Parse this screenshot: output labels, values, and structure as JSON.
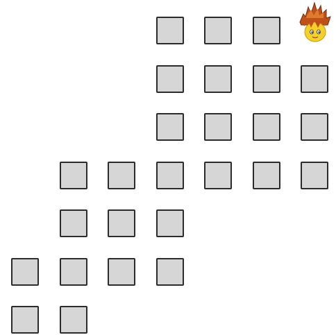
{
  "board": {
    "tiles": [
      {
        "row": 0,
        "col": 3
      },
      {
        "row": 0,
        "col": 4
      },
      {
        "row": 0,
        "col": 5
      },
      {
        "row": 1,
        "col": 3
      },
      {
        "row": 1,
        "col": 4
      },
      {
        "row": 1,
        "col": 5
      },
      {
        "row": 1,
        "col": 6
      },
      {
        "row": 2,
        "col": 3
      },
      {
        "row": 2,
        "col": 4
      },
      {
        "row": 2,
        "col": 5
      },
      {
        "row": 2,
        "col": 6
      },
      {
        "row": 3,
        "col": 1
      },
      {
        "row": 3,
        "col": 2
      },
      {
        "row": 3,
        "col": 3
      },
      {
        "row": 3,
        "col": 4
      },
      {
        "row": 3,
        "col": 5
      },
      {
        "row": 3,
        "col": 6
      },
      {
        "row": 4,
        "col": 1
      },
      {
        "row": 4,
        "col": 2
      },
      {
        "row": 4,
        "col": 3
      },
      {
        "row": 5,
        "col": 0
      },
      {
        "row": 5,
        "col": 1
      },
      {
        "row": 5,
        "col": 2
      },
      {
        "row": 5,
        "col": 3
      },
      {
        "row": 6,
        "col": 0
      },
      {
        "row": 6,
        "col": 1
      }
    ],
    "player": {
      "row": 0,
      "col": 6,
      "icon": "spiky-haired-character-icon"
    },
    "colors": {
      "tile_fill": "#d6d6d6",
      "tile_border": "#2b2b2b",
      "hair": "#c0501a",
      "face": "#f5cf2a"
    }
  }
}
